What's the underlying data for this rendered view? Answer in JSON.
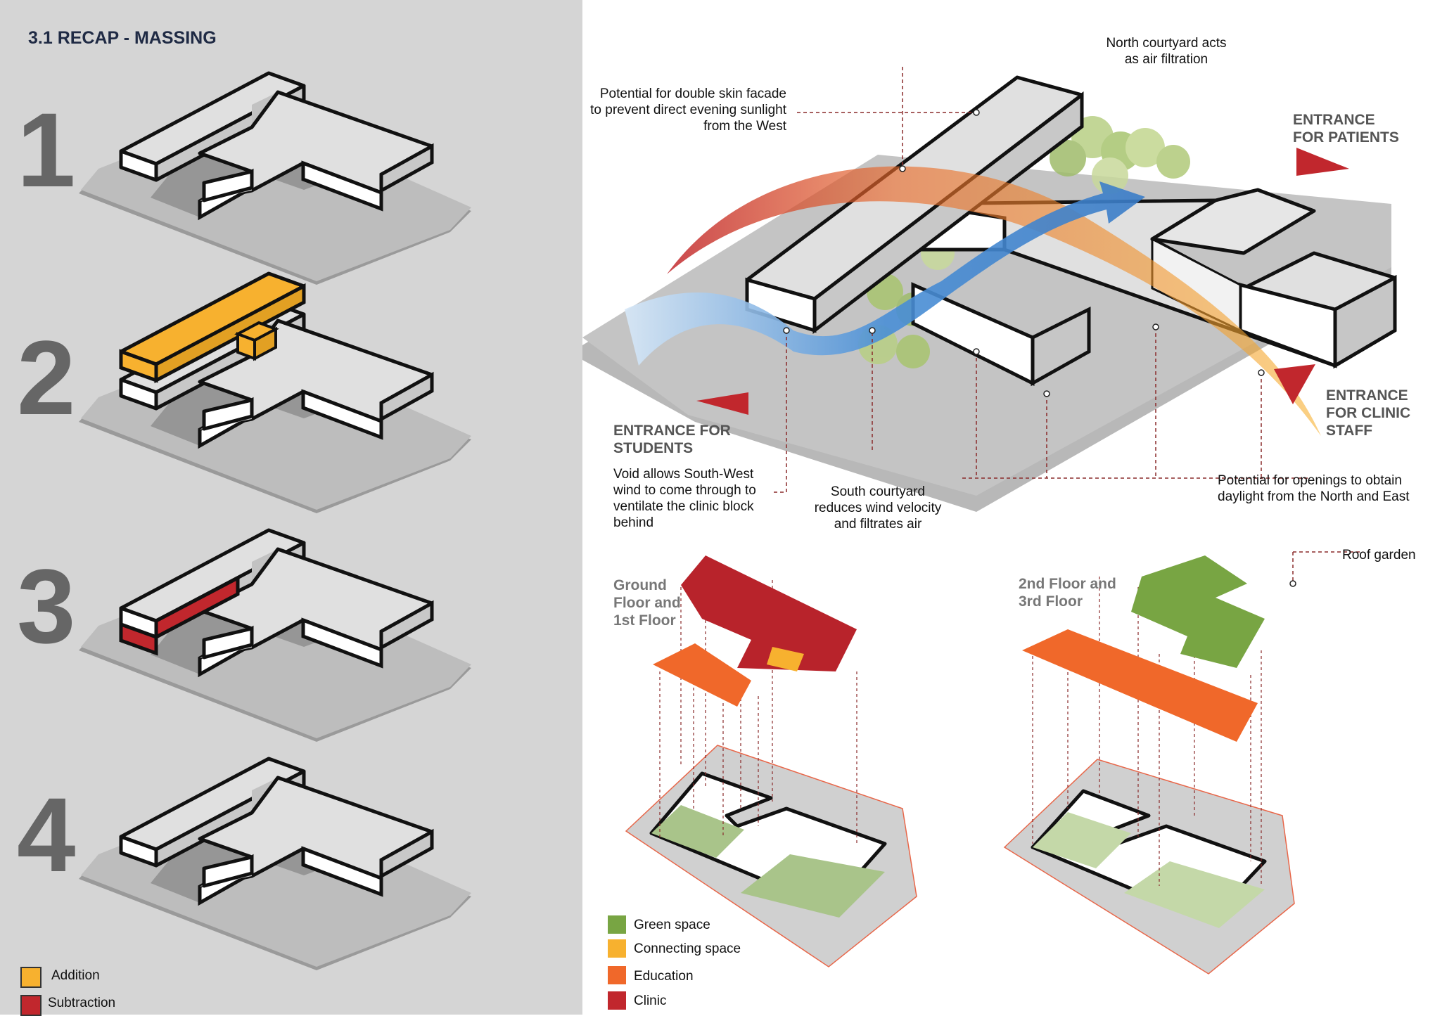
{
  "title": "3.1 RECAP - MASSING",
  "steps": [
    "1",
    "2",
    "3",
    "4"
  ],
  "massing_legend": [
    {
      "label": "Addition",
      "color": "#f7b12f"
    },
    {
      "label": "Subtraction",
      "color": "#c1272d"
    }
  ],
  "annotations": {
    "double_skin": "Potential for double skin facade\nto prevent direct evening sunlight\nfrom the West",
    "north_courtyard": "North courtyard acts\nas air filtration",
    "void": "Void allows South-West\nwind to come through to\nventilate the clinic block\nbehind",
    "south_courtyard": "South courtyard\nreduces wind velocity\nand filtrates air",
    "openings": "Potential for openings to obtain\ndaylight from the North and East",
    "roof_garden": "Roof garden"
  },
  "entrances": {
    "patients": "ENTRANCE\nFOR PATIENTS",
    "students": "ENTRANCE FOR\nSTUDENTS",
    "clinic_staff": "ENTRANCE\nFOR CLINIC\nSTAFF"
  },
  "floors": {
    "lower": "Ground\nFloor and\n1st Floor",
    "upper": "2nd Floor and\n3rd Floor"
  },
  "program_legend": [
    {
      "label": "Green space",
      "color": "#78a543"
    },
    {
      "label": "Connecting space",
      "color": "#f7b12f"
    },
    {
      "label": "Education",
      "color": "#f0682a"
    },
    {
      "label": "Clinic",
      "color": "#c1272d"
    }
  ],
  "colors": {
    "addition": "#f7b12f",
    "subtraction": "#c1272d",
    "green": "#78a543",
    "education": "#f0682a",
    "clinic": "#b8232b",
    "wind": "#4a8fd6",
    "sun": "#d9471e"
  }
}
